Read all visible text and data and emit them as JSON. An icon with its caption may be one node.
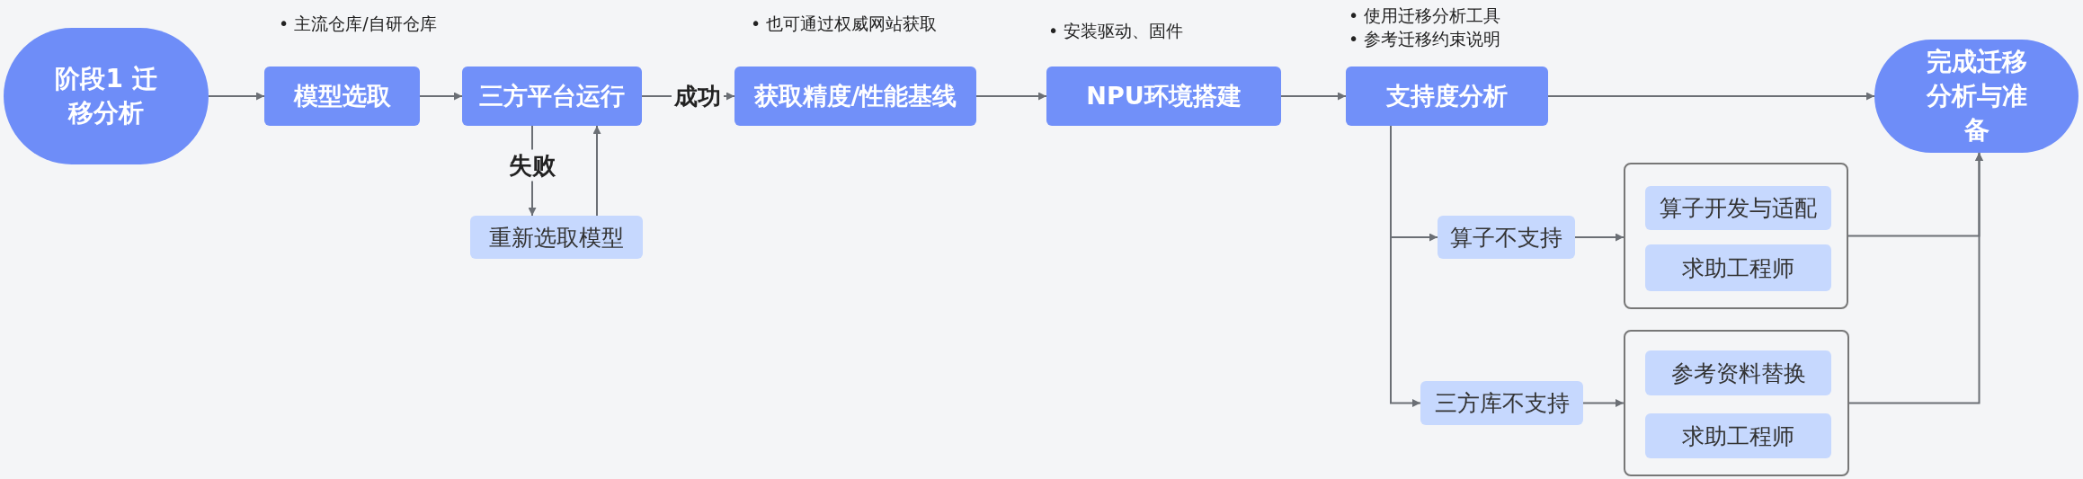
{
  "diagram": {
    "nodes": [
      {
        "text": [
          "阶段1 迁移分析"
        ]
      },
      {
        "text": [
          "模型选取"
        ],
        "beside": [
          "• 主流仓库/自研仓库"
        ]
      },
      {
        "text": [
          "三方平台运行"
        ]
      },
      {
        "text": [
          "获取精度/性能基线"
        ],
        "beside": [
          "• 也可通过权威网站获取"
        ]
      },
      {
        "text": [
          "NPU环境搭建"
        ],
        "beside": [
          "• 安装驱动、固件"
        ]
      },
      {
        "text": [
          "支持度分析"
        ],
        "beside": [
          "• 使用迁移分析工具",
          "• 参考迁移约束说明"
        ]
      },
      {
        "text": [
          "完成迁移分析与准备"
        ]
      },
      {
        "text": [
          "重新选取模型"
        ]
      },
      {
        "text": [
          "算子不支持"
        ]
      },
      {
        "text": [],
        "shape": "box"
      },
      {
        "text": [
          "算子开发与适配"
        ],
        "in": 9
      },
      {
        "text": [
          "求助工程师"
        ],
        "in": 9
      },
      {
        "text": [
          "三方库不支持"
        ]
      },
      {
        "text": [],
        "shape": "box"
      },
      {
        "text": [
          "参考资料替换"
        ],
        "in": 13
      },
      {
        "text": [
          "求助工程师"
        ],
        "in": 13
      }
    ],
    "edges": [
      {
        "from": 0,
        "to": 1,
        "arrow": "to"
      },
      {
        "from": 1,
        "to": 2,
        "arrow": "to"
      },
      {
        "from": 2,
        "to": 3,
        "arrow": "to",
        "label": "成功"
      },
      {
        "from": 3,
        "to": 4,
        "arrow": "to"
      },
      {
        "from": 4,
        "to": 5,
        "arrow": "to"
      },
      {
        "from": 5,
        "to": 6,
        "arrow": "to"
      },
      {
        "from": 2,
        "to": 7,
        "arrow": "to",
        "label": "失败"
      },
      {
        "from": 7,
        "to": 2,
        "arrow": "to"
      },
      {
        "from": 5,
        "to": 8,
        "arrow": "to"
      },
      {
        "from": 5,
        "to": 12,
        "arrow": "to"
      },
      {
        "from": 8,
        "to": 9,
        "arrow": "to"
      },
      {
        "from": 12,
        "to": 13,
        "arrow": "to"
      },
      {
        "from": 9,
        "to": 6,
        "arrow": "to"
      },
      {
        "from": 13,
        "to": 6,
        "arrow": "to"
      }
    ]
  }
}
